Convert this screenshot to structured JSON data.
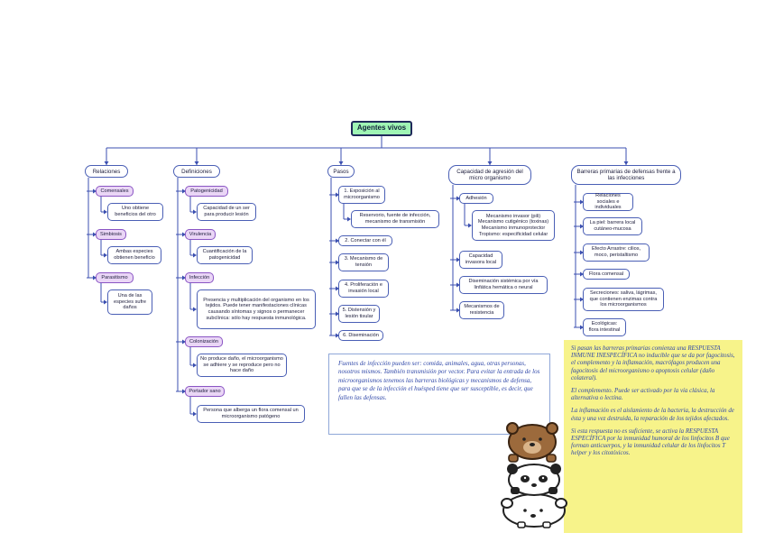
{
  "root": "Agentes vivos",
  "categories": {
    "relaciones": "Relaciones",
    "definiciones": "Definiciones",
    "pasos": "Pasos",
    "capacidad": "Capacidad de agresión del micro organismo",
    "barreras": "Barreras primarias de defensas frente a las infecciones"
  },
  "relaciones": {
    "comensales": "Comensales",
    "comensales_desc": "Uno obtiene beneficios del otro",
    "simbiosis": "Simbiosis",
    "simbiosis_desc": "Ambas especies obtienen beneficio",
    "parasitismo": "Parasitismo",
    "parasitismo_desc": "Una de las especies sufre daños"
  },
  "definiciones": {
    "patogenicidad": "Patogenicidad",
    "patogenicidad_desc": "Capacidad de un ser para producir lesión",
    "virulencia": "Virulencia",
    "virulencia_desc": "Cuantificación de la patogenicidad",
    "infeccion": "Infección",
    "infeccion_desc": "Presencia y multiplicación del organismo en los tejidos. Puede tener manifestaciones clínicas causando síntomas y signos o permanecer subclínica: sólo hay respuesta inmunológica.",
    "colonizacion": "Colonización",
    "colonizacion_desc": "No produce daño, el microorganismo se adhiere y se reproduce pero no hace daño",
    "portador": "Portador sano",
    "portador_desc": "Persona que alberga un flora comensal un microorganismo patógeno"
  },
  "pasos": {
    "p1": "1. Exposición al microorganismo",
    "p1_desc": "Reservorio, fuente de infección, mecanismo de transmisión",
    "p2": "2. Conectar con él",
    "p3": "3. Mecanismo de tensión",
    "p4": "4. Proliferación e invasión local",
    "p5": "5. Distensión y lesión tisular",
    "p6": "6. Diseminación"
  },
  "capacidad": {
    "adhesion": "Adhesión",
    "adhesion_desc": "Mecanismo invasor (pili)\nMecanismo cutigénico (toxinas)\nMecanismo inmunoprotector\nTropismo: especificidad celular",
    "invasora": "Capacidad invasora local",
    "diseminacion": "Diseminación sistémica por vía linfática hemática o neural",
    "resistencia": "Mecanismos de resistencia"
  },
  "barreras": {
    "b1": "Relaciones sociales e individuales",
    "b2": "La piel: barrera local cutáneo-mucosa",
    "b3": "Efecto Arrastre: cilios, moco, peristaltismo",
    "b4": "Flora comensal",
    "b5": "Secreciones: saliva, lágrimas, que contienen enzimas contra los microorganismos",
    "b6": "Ecológicas: flora intestinal"
  },
  "note": "Fuentes de infección pueden ser: comida, animales, agua, otras personas, nosotros mismos. También transmisión por vector. Para evitar la entrada de los microorganismos tenemos las barreras biológicas y mecanismos de defensa, para que se de la infección el huésped tiene que ser susceptible, es decir, que fallen las defensas.",
  "yellow": {
    "p1": "Si pasan las barreras primarias comienza una RESPUESTA INMUNE INESPECÍFICA no inducible que se da por fagocitosis, el complemento y la inflamación, macrófagos producen una fagocitosis del microorganismo o apoptosis celular (daño colateral).",
    "p2": "El complemento. Puede ser activado por la vía clásica, la alternativa o lectina.",
    "p3": "La inflamación es el aislamiento de la bacteria, la destrucción de ésta y una vez destruida, la reparación de los tejidos afectados.",
    "p4": "Si esta respuesta no es suficiente, se activa la RESPUESTA ESPECÍFICA por la inmunidad humoral de los linfocitos B que forman anticuerpos, y la inmunidad celular de los linfocitos T helper y los citotóxicos."
  },
  "colors": {
    "root_fill": "#9ff5b4",
    "line": "#3b4fb0",
    "purple_fill": "#ead6f6",
    "yellow_fill": "#f7f38a"
  },
  "illustration": "stacked-bears-icon"
}
